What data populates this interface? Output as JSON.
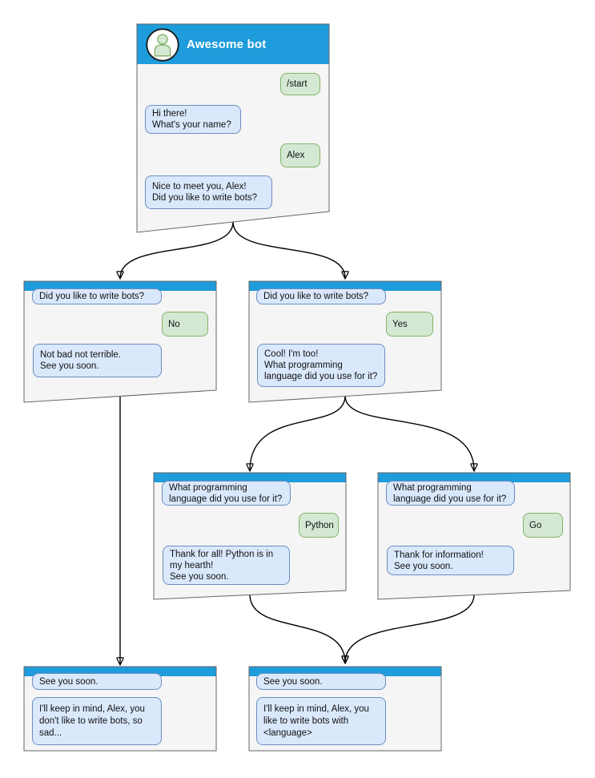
{
  "colors": {
    "accent": "#1e9cdb",
    "box-fill": "#f5f5f5",
    "box-border": "#666666",
    "bot-bubble-fill": "#dae8fc",
    "bot-bubble-border": "#6c8ebf",
    "user-bubble-fill": "#d5e8d4",
    "user-bubble-border": "#82b366",
    "edge": "#000000"
  },
  "nodes": [
    {
      "id": "start",
      "title": "Awesome bot",
      "messages": [
        {
          "side": "user",
          "text": "/start"
        },
        {
          "side": "bot",
          "text": "Hi there!\nWhat's your name?"
        },
        {
          "side": "user",
          "text": "Alex"
        },
        {
          "side": "bot",
          "text": "Nice to meet you, Alex!\nDid you like to write bots?"
        }
      ]
    },
    {
      "id": "branch-no",
      "messages": [
        {
          "side": "bot",
          "text": "Did you like to write bots?"
        },
        {
          "side": "user",
          "text": "No"
        },
        {
          "side": "bot",
          "text": "Not bad not terrible.\nSee you soon."
        }
      ]
    },
    {
      "id": "branch-yes",
      "messages": [
        {
          "side": "bot",
          "text": "Did you like to write bots?"
        },
        {
          "side": "user",
          "text": "Yes"
        },
        {
          "side": "bot",
          "text": "Cool! I'm too!\nWhat programming\nlanguage did you use for it?"
        }
      ]
    },
    {
      "id": "branch-python",
      "messages": [
        {
          "side": "bot",
          "text": "What programming\nlanguage did you use for it?"
        },
        {
          "side": "user",
          "text": "Python"
        },
        {
          "side": "bot",
          "text": "Thank for all! Python is in\nmy hearth!\nSee you soon."
        }
      ]
    },
    {
      "id": "branch-go",
      "messages": [
        {
          "side": "bot",
          "text": "What programming\nlanguage did you use for it?"
        },
        {
          "side": "user",
          "text": "Go"
        },
        {
          "side": "bot",
          "text": "Thank for information!\nSee you soon."
        }
      ]
    },
    {
      "id": "end-no",
      "messages": [
        {
          "side": "bot",
          "text": "See you soon."
        },
        {
          "side": "bot",
          "text": "I'll keep in mind, Alex, you\ndon't like to write bots, so\nsad..."
        }
      ]
    },
    {
      "id": "end-yes",
      "messages": [
        {
          "side": "bot",
          "text": "See you soon."
        },
        {
          "side": "bot",
          "text": "I'll keep in mind, Alex, you\nlike to write bots with\n<language>"
        }
      ]
    }
  ],
  "edges": [
    {
      "from": "start",
      "to": "branch-no"
    },
    {
      "from": "start",
      "to": "branch-yes"
    },
    {
      "from": "branch-no",
      "to": "end-no"
    },
    {
      "from": "branch-yes",
      "to": "branch-python"
    },
    {
      "from": "branch-yes",
      "to": "branch-go"
    },
    {
      "from": "branch-python",
      "to": "end-yes"
    },
    {
      "from": "branch-go",
      "to": "end-yes"
    }
  ]
}
